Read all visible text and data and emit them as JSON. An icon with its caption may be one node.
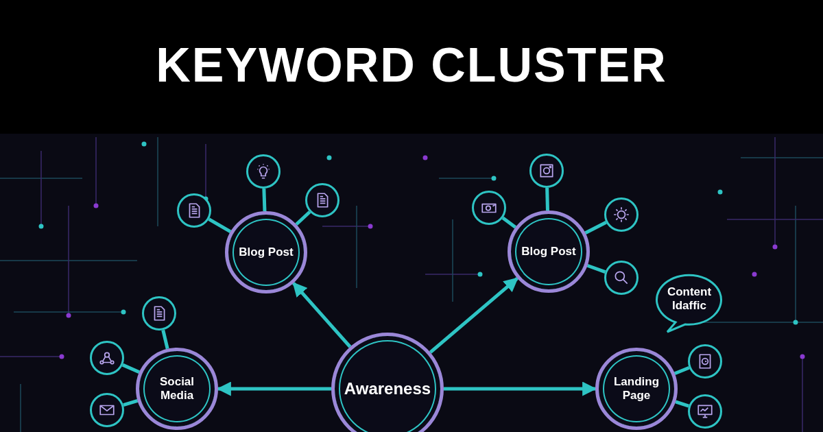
{
  "diagram": {
    "title": "KEYWORD CLUSTER",
    "nodes": [
      {
        "text": [
          "Blog Post"
        ]
      },
      {
        "text": [
          "Blog Post"
        ]
      },
      {
        "text": [
          "Content Idaffic"
        ]
      },
      {
        "text": [
          "Social Media"
        ]
      },
      {
        "text": [
          "Awareness"
        ]
      },
      {
        "text": [
          "Landing Page"
        ]
      },
      {
        "text": [],
        "shape": "circle"
      },
      {
        "text": [],
        "shape": "circle"
      },
      {
        "text": [],
        "shape": "circle"
      },
      {
        "text": [],
        "shape": "circle"
      },
      {
        "text": [],
        "shape": "circle"
      },
      {
        "text": [],
        "shape": "circle"
      },
      {
        "text": [],
        "shape": "circle"
      },
      {
        "text": [],
        "shape": "circle"
      },
      {
        "text": [],
        "shape": "circle"
      },
      {
        "text": [],
        "shape": "circle"
      },
      {
        "text": [],
        "shape": "circle"
      },
      {
        "text": [],
        "shape": "circle"
      }
    ],
    "edges": [
      {
        "from": 4,
        "to": 0,
        "arrow": "to"
      },
      {
        "from": 4,
        "to": 1,
        "arrow": "to"
      },
      {
        "from": 4,
        "to": 3,
        "arrow": "to"
      },
      {
        "from": 4,
        "to": 5,
        "arrow": "to"
      },
      {
        "from": 6,
        "to": 0,
        "arrow": "none"
      },
      {
        "from": 7,
        "to": 0,
        "arrow": "none"
      },
      {
        "from": 8,
        "to": 0,
        "arrow": "none"
      },
      {
        "from": 9,
        "to": 1,
        "arrow": "none"
      },
      {
        "from": 10,
        "to": 1,
        "arrow": "none"
      },
      {
        "from": 11,
        "to": 1,
        "arrow": "none"
      },
      {
        "from": 12,
        "to": 1,
        "arrow": "none"
      },
      {
        "from": 13,
        "to": 3,
        "arrow": "none"
      },
      {
        "from": 14,
        "to": 3,
        "arrow": "none"
      },
      {
        "from": 15,
        "to": 3,
        "arrow": "none"
      },
      {
        "from": 16,
        "to": 5,
        "arrow": "none"
      },
      {
        "from": 17,
        "to": 5,
        "arrow": "none"
      }
    ]
  }
}
